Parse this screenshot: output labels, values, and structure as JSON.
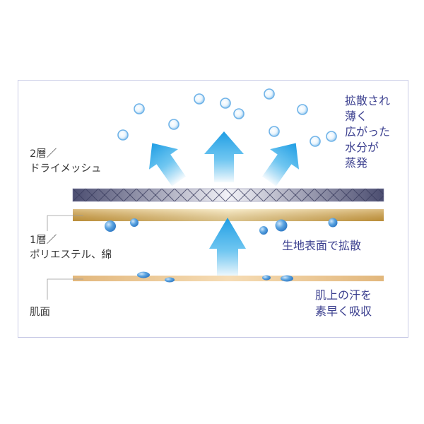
{
  "layer2": {
    "label_line1": "2層／",
    "label_line2": "ドライメッシュ"
  },
  "layer1": {
    "label_line1": "1層／",
    "label_line2": "ポリエステル、綿"
  },
  "skin": {
    "label": "肌面"
  },
  "annotations": {
    "evaporate": [
      "拡散され",
      "薄く",
      "広がった",
      "水分が",
      "蒸発"
    ],
    "spread": "生地表面で拡散",
    "absorb": [
      "肌上の汗を",
      "素早く吸収"
    ]
  },
  "colors": {
    "frame_border": "#c9cbe6",
    "accent_text": "#3b3f8f",
    "arrow_blue": "#2aa6e6",
    "droplet_blue": "#5aa3e0",
    "bubble_outline": "#6fb3e8",
    "fabric_gold": "#d7b46a",
    "skin_tan": "#e9c595",
    "mesh_dark": "#5a5c80"
  }
}
